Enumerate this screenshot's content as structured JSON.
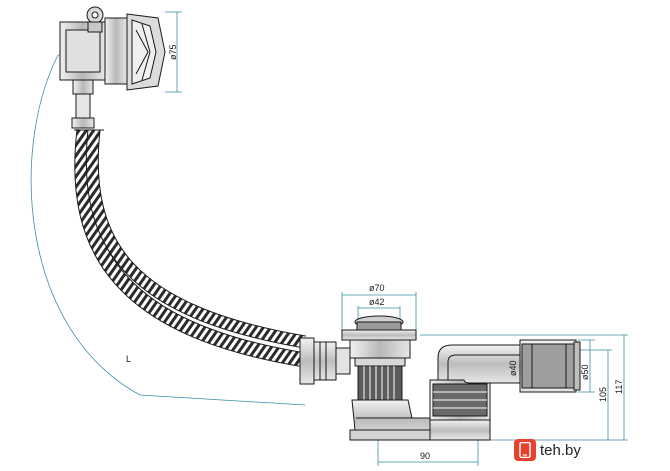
{
  "diagram": {
    "labels": {
      "dia75": "ø75",
      "dia70": "ø70",
      "dia42": "ø42",
      "dia40": "ø40",
      "dia50": "ø50",
      "h105": "105",
      "h117": "117",
      "w90": "90",
      "length": "L"
    },
    "colors": {
      "dimension": "#3a8fa8",
      "outline": "#1a1a1a",
      "metal": "#cfcfcf",
      "metal_dark": "#8c8c8c",
      "hose": "#2b2b2b"
    }
  },
  "watermark": {
    "text": "teh.by",
    "icon": "phone-icon",
    "color": "#e8412c"
  }
}
